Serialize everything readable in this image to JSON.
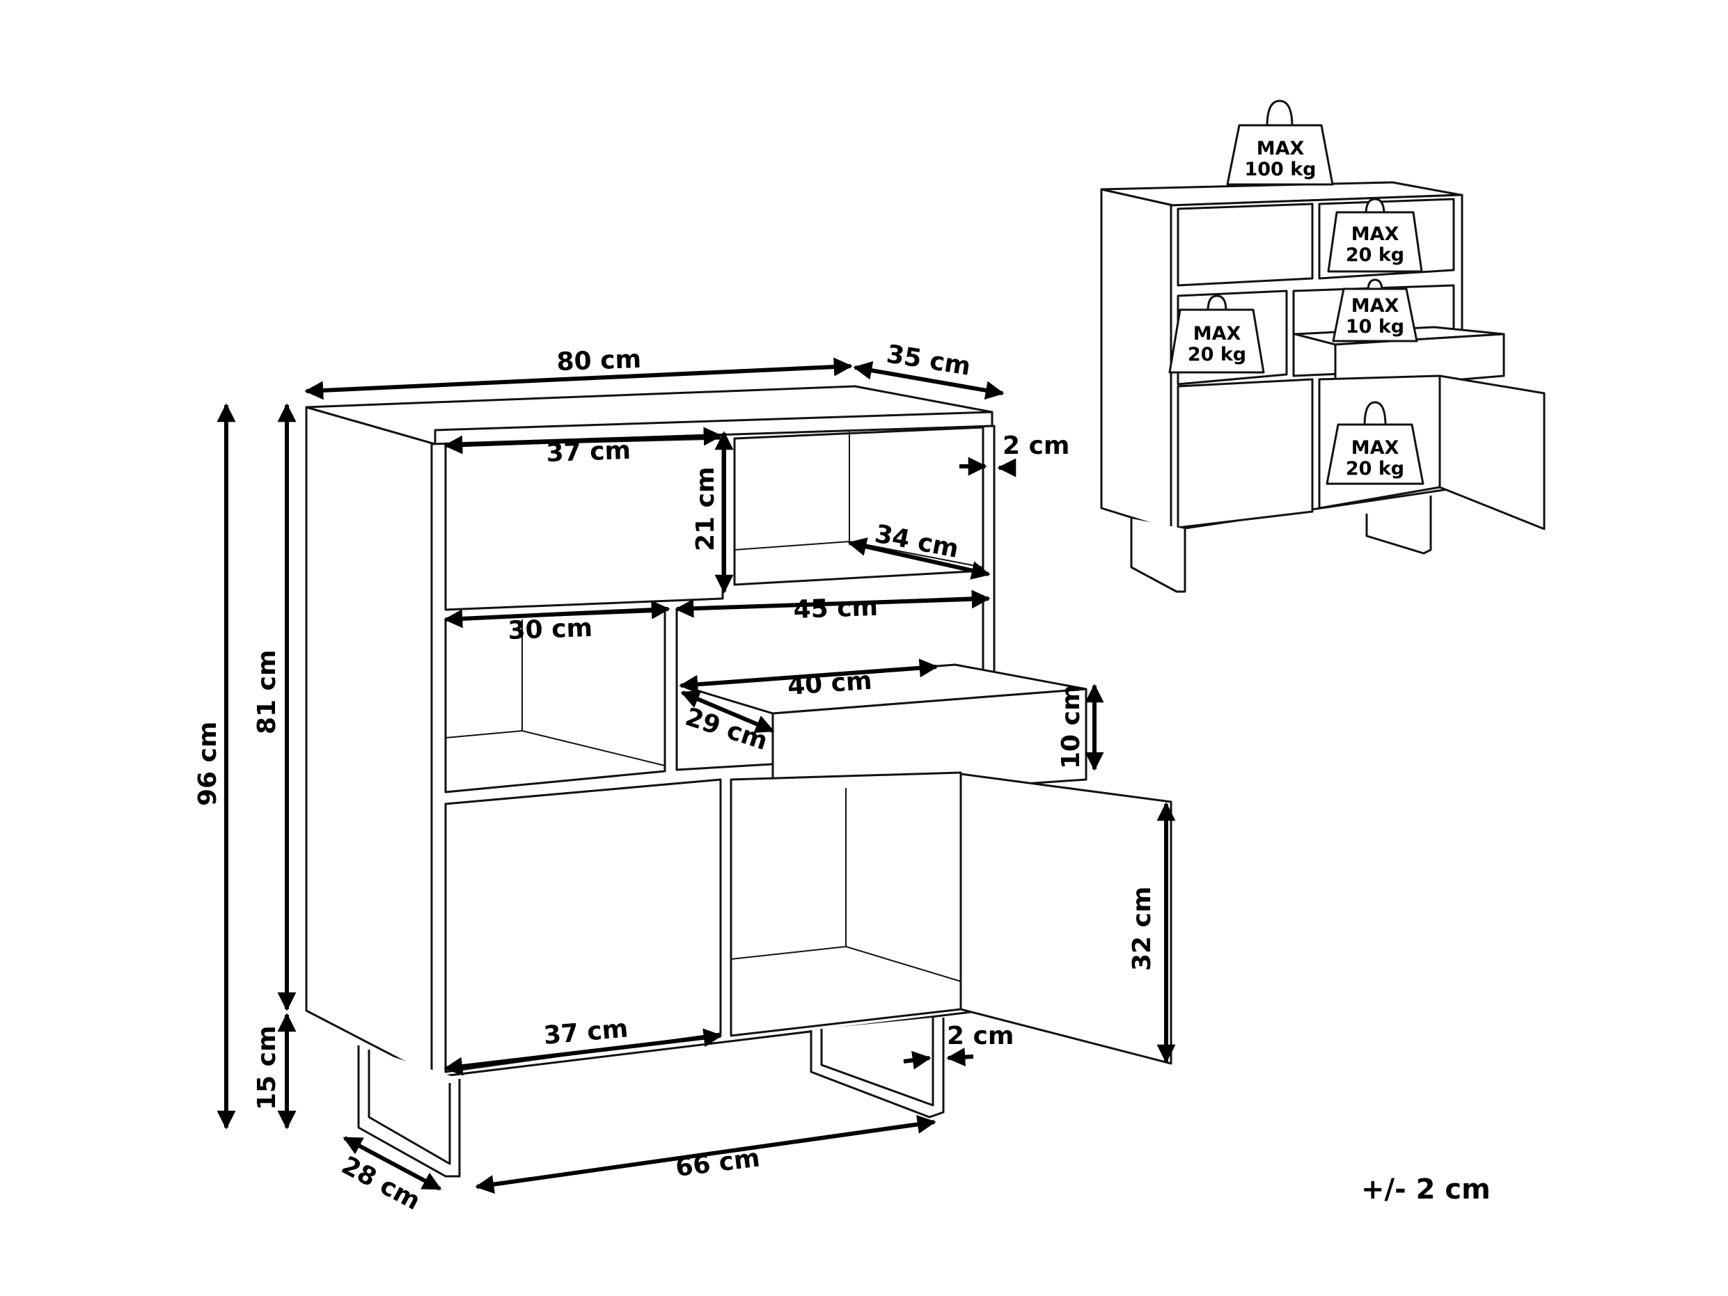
{
  "dimensions": {
    "total_width": "80 cm",
    "depth": "35 cm",
    "board_thickness": "2 cm",
    "top_left_niche_width": "37 cm",
    "niche_height": "21 cm",
    "niche_depth": "34 cm",
    "middle_left_niche_width": "30 cm",
    "drawer_opening_width": "45 cm",
    "drawer_inner_width": "40 cm",
    "drawer_depth": "29 cm",
    "drawer_height": "10 cm",
    "door_height": "32 cm",
    "bottom_compartment_width": "37 cm",
    "leg_thickness": "2 cm",
    "total_height": "96 cm",
    "body_height": "81 cm",
    "leg_height": "15 cm",
    "leg_span": "66 cm",
    "leg_depth": "28 cm"
  },
  "load_capacity": {
    "top": {
      "line1": "MAX",
      "line2": "100 kg"
    },
    "upper_shelf": {
      "line1": "MAX",
      "line2": "20 kg"
    },
    "middle_shelf": {
      "line1": "MAX",
      "line2": "20 kg"
    },
    "drawer": {
      "line1": "MAX",
      "line2": "10 kg"
    },
    "cabinet": {
      "line1": "MAX",
      "line2": "20 kg"
    }
  },
  "tolerance": "+/- 2 cm"
}
